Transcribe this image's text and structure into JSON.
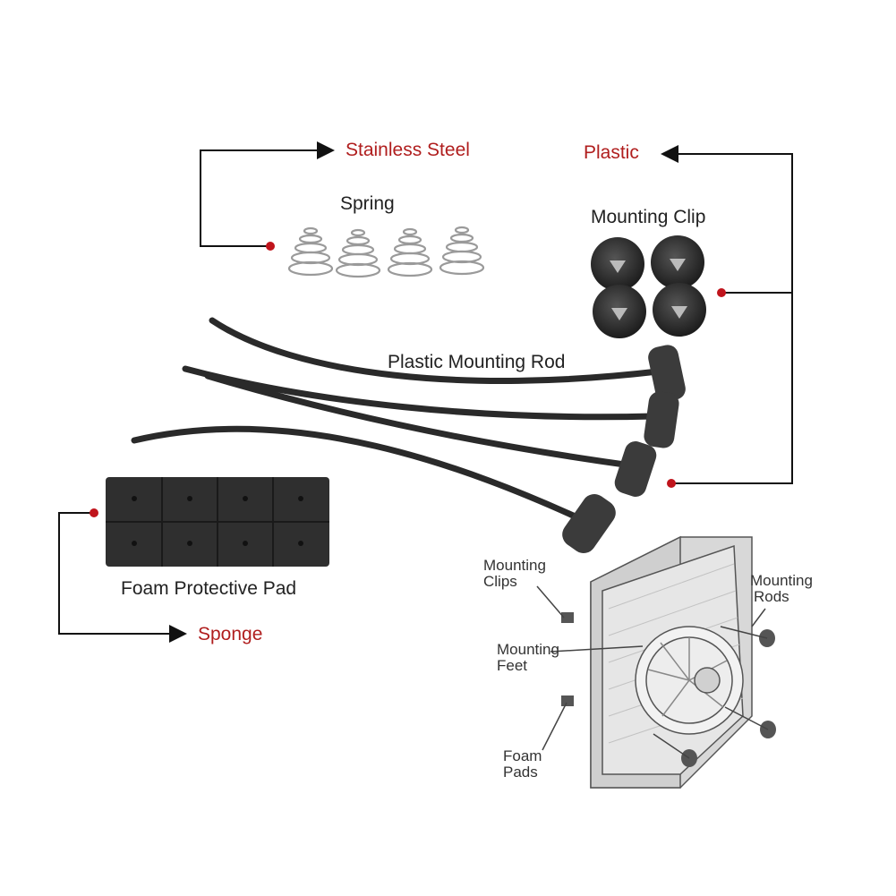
{
  "materials": {
    "stainless_steel": "Stainless Steel",
    "plastic": "Plastic",
    "sponge": "Sponge"
  },
  "parts": {
    "spring": "Spring",
    "mounting_clip": "Mounting Clip",
    "plastic_mounting_rod": "Plastic Mounting Rod",
    "foam_protective_pad": "Foam Protective Pad"
  },
  "diagram": {
    "mounting_clips": [
      "Mounting",
      "Clips"
    ],
    "mounting_rods": [
      "Mounting",
      "Rods"
    ],
    "mounting_feet": [
      "Mounting",
      "Feet"
    ],
    "foam_pads": [
      "Foam",
      "Pads"
    ]
  },
  "colors": {
    "accent_red": "#b01e1e",
    "part_black": "#2a2a2a"
  }
}
